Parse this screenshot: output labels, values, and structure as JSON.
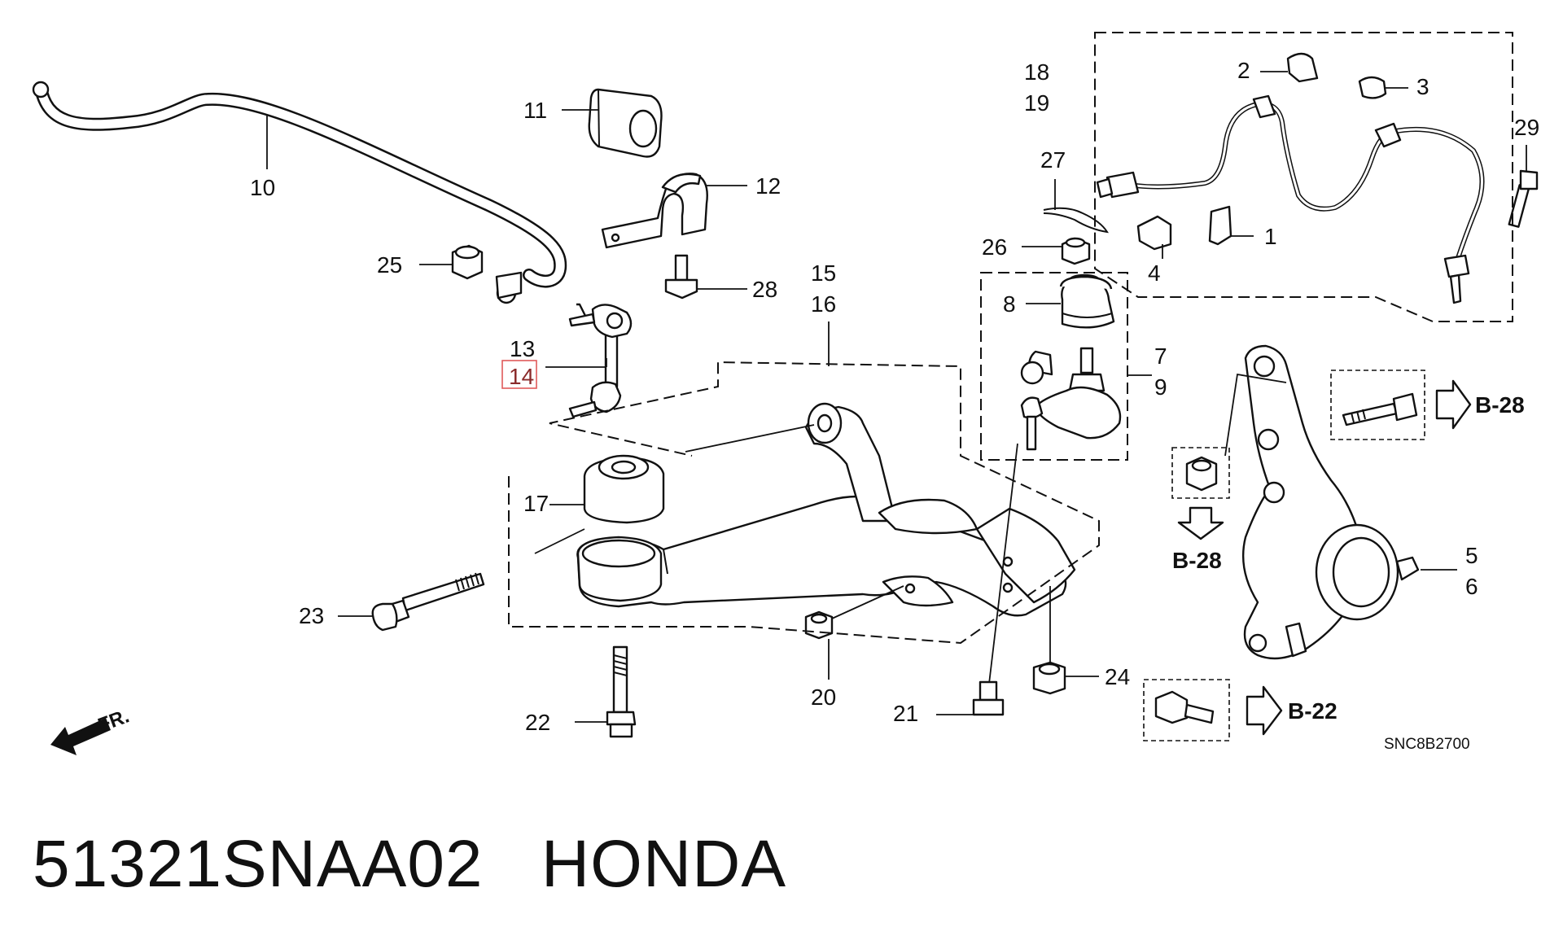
{
  "diagram": {
    "callouts": {
      "n1": "1",
      "n2": "2",
      "n3": "3",
      "n4": "4",
      "n5": "5",
      "n6": "6",
      "n7": "7",
      "n8": "8",
      "n9": "9",
      "n10": "10",
      "n11": "11",
      "n12": "12",
      "n13": "13",
      "n14": "14",
      "n15": "15",
      "n16": "16",
      "n17": "17",
      "n18": "18",
      "n19": "19",
      "n20": "20",
      "n21": "21",
      "n22": "22",
      "n23": "23",
      "n24": "24",
      "n25": "25",
      "n26": "26",
      "n27": "27",
      "n28": "28",
      "n29": "29"
    },
    "highlighted_callout": "14",
    "references": {
      "b28_right": "B-28",
      "b28_down": "B-28",
      "b22": "B-22"
    },
    "front_label": "FR.",
    "diagram_code": "SNC8B2700",
    "colors": {
      "highlight": "#e05a5a",
      "ink": "#111111"
    }
  },
  "caption": {
    "part_number": "51321SNAA02",
    "brand": "HONDA"
  }
}
